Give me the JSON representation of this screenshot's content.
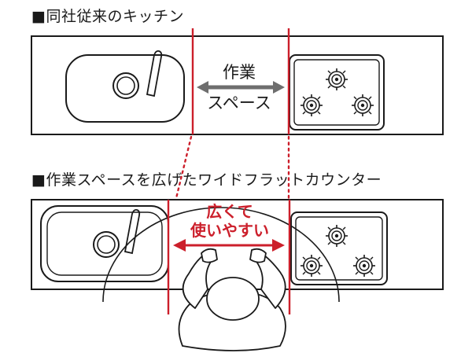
{
  "top_section": {
    "heading": "■同社従来のキッチン",
    "work_space_label_line1": "作業",
    "work_space_label_line2": "スペース"
  },
  "bottom_section": {
    "heading": "■作業スペースを広げたワイドフラットカウンター",
    "benefit_label_line1": "広くて",
    "benefit_label_line2": "使いやすい"
  },
  "colors": {
    "accent_red": "#cc1f2b",
    "line": "#1a1a1a",
    "arrow_gray": "#6e6e6e"
  }
}
